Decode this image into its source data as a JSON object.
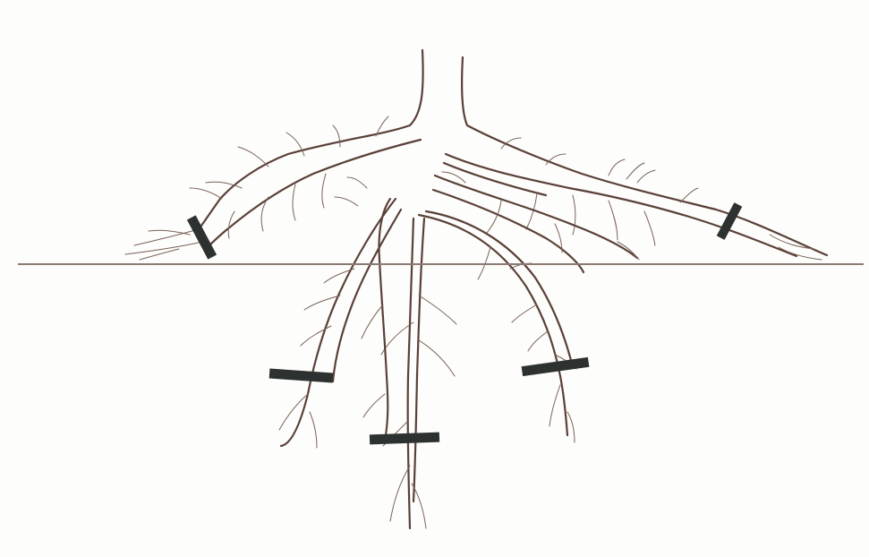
{
  "diagram": {
    "subject": "tree-root-system",
    "has_text": false,
    "ground_line": true,
    "markers_above_ground": 2,
    "markers_below_ground": 3,
    "colors": {
      "background": "#fdfdfb",
      "root": "#6a5148",
      "ground_line": "#8a7a72",
      "marker": "#2d3230"
    }
  }
}
